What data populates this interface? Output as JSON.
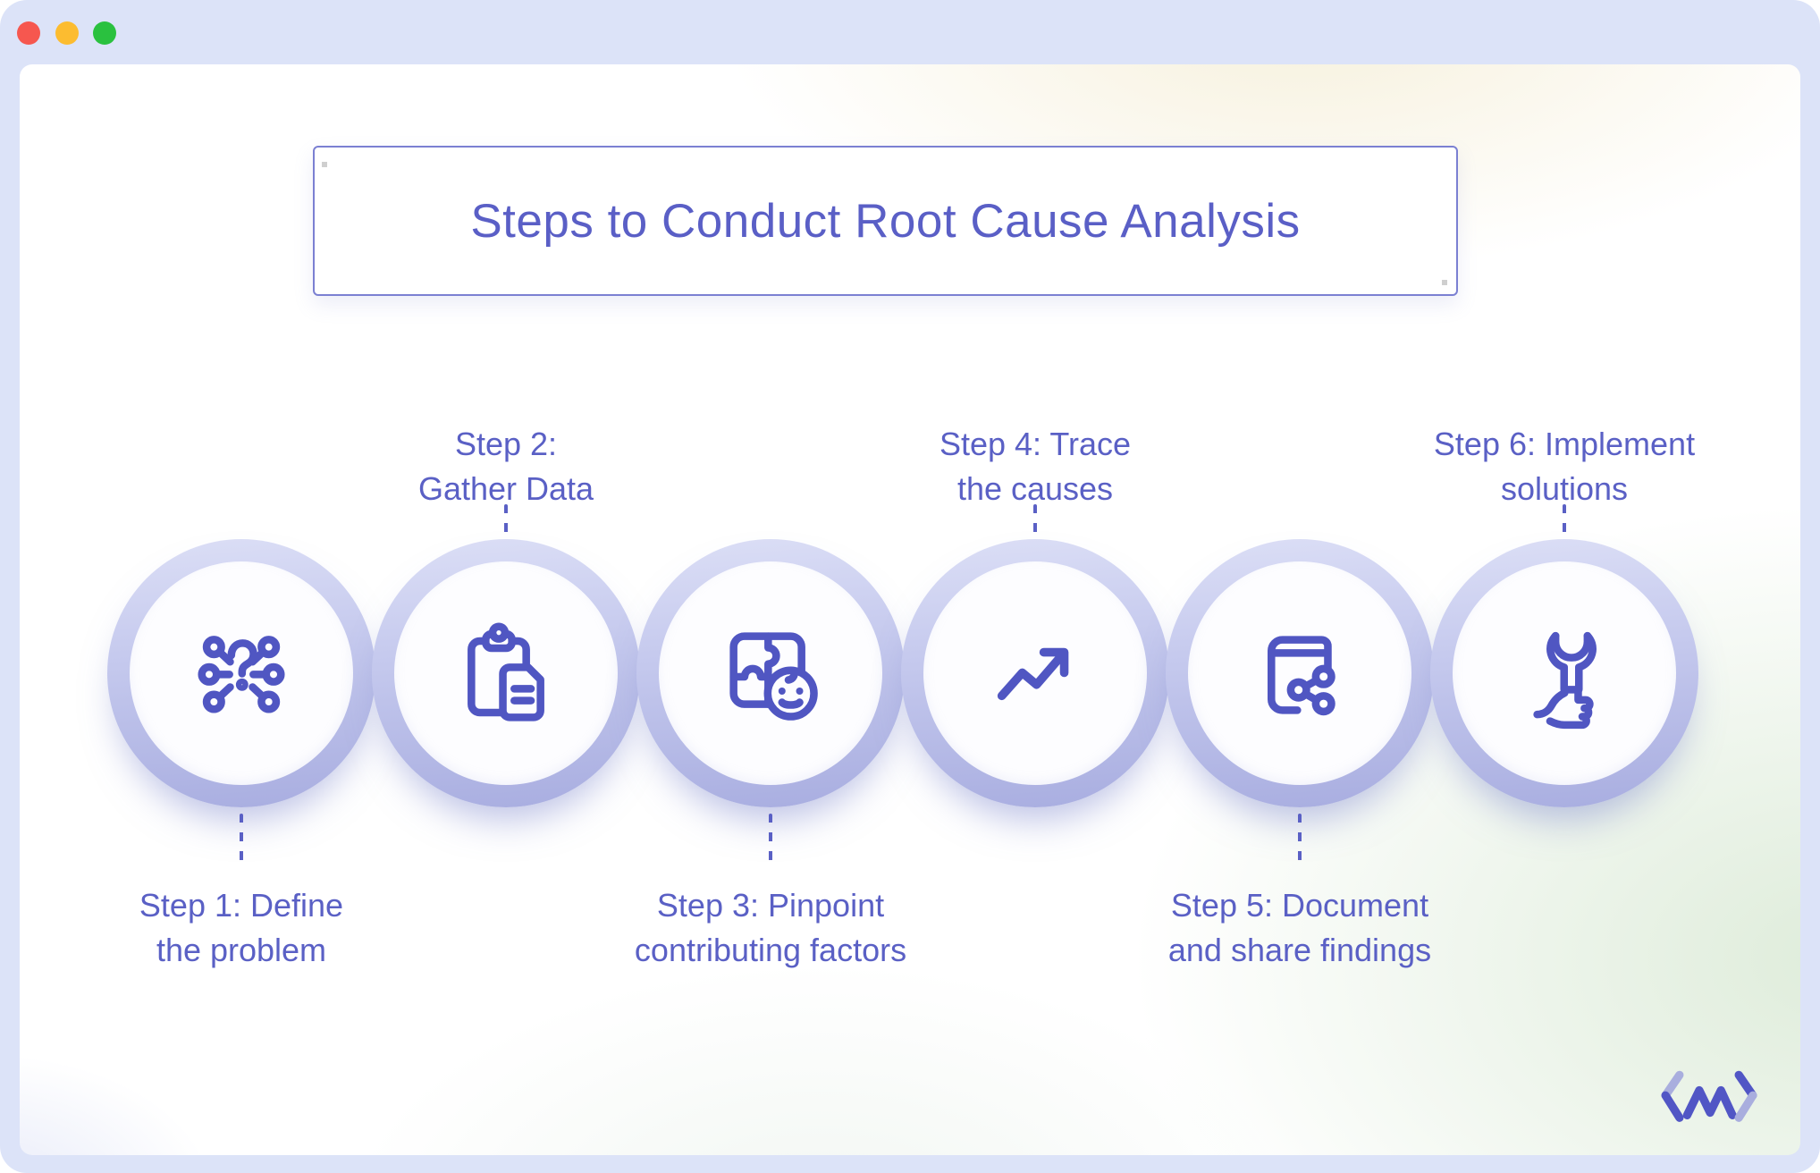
{
  "window": {
    "controls": [
      {
        "name": "close",
        "color": "#F6574F"
      },
      {
        "name": "minimize",
        "color": "#FCBC30"
      },
      {
        "name": "maximize",
        "color": "#2AC13F"
      }
    ]
  },
  "header": {
    "title": "Steps to Conduct Root Cause Analysis"
  },
  "steps": [
    {
      "label_line1": "Step 1: Define",
      "label_line2": "the problem",
      "label_position": "below",
      "icon": "mind-map-question-icon"
    },
    {
      "label_line1": "Step 2:",
      "label_line2": "Gather Data",
      "label_position": "above",
      "icon": "clipboard-report-icon"
    },
    {
      "label_line1": "Step 3: Pinpoint",
      "label_line2": "contributing factors",
      "label_position": "below",
      "icon": "puzzle-face-icon"
    },
    {
      "label_line1": "Step 4: Trace",
      "label_line2": "the causes",
      "label_position": "above",
      "icon": "trend-up-arrow-icon"
    },
    {
      "label_line1": "Step 5: Document",
      "label_line2": "and share findings",
      "label_position": "below",
      "icon": "book-share-icon"
    },
    {
      "label_line1": "Step 6: Implement",
      "label_line2": "solutions",
      "label_position": "above",
      "icon": "wrench-in-hand-icon"
    }
  ],
  "branding": {
    "logo": "code-zigzag-logo"
  },
  "colors": {
    "accent_text": "#5A60C5",
    "title_text": "#5A5FC6",
    "title_border": "#7B80D2",
    "icon_stroke": "#5056C2",
    "ring": "#B9BEE8",
    "circle_inner": "#FDFDFF",
    "frame": "#DCE3F8",
    "canvas_cream": "#F6F0DB",
    "canvas_green": "#DEECDA",
    "logo_primary": "#5156C5",
    "logo_light": "#A9AEDE"
  }
}
